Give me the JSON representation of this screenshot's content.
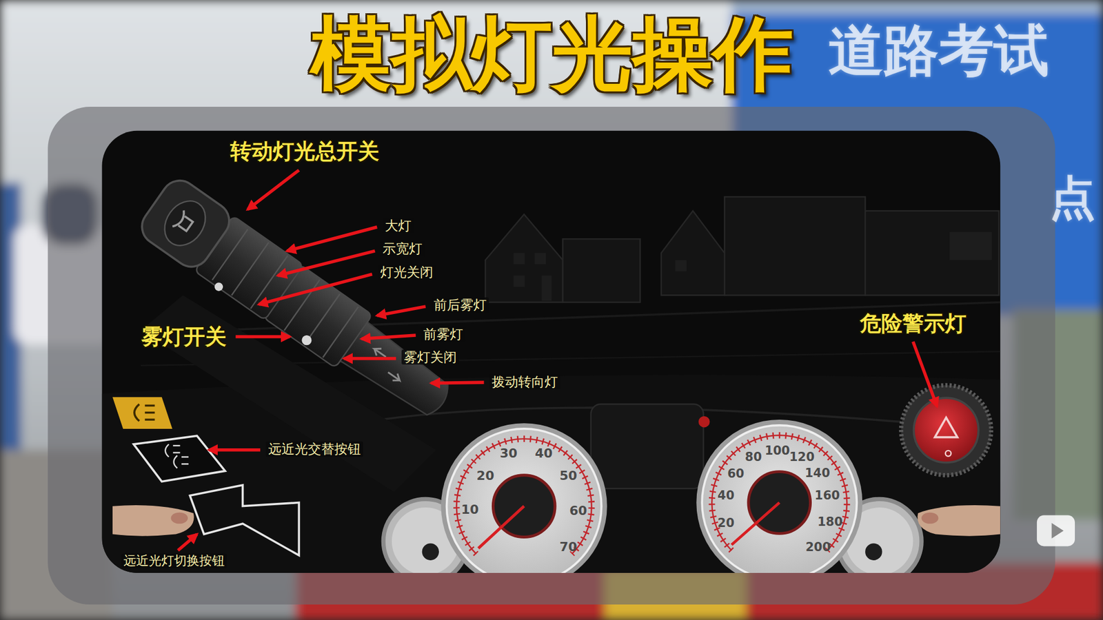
{
  "diagram": {
    "title": "模拟灯光操作",
    "labels": [
      "转动灯光总开关",
      "大灯",
      "示宽灯",
      "灯光关闭",
      "前后雾灯",
      "雾灯开关",
      "前雾灯",
      "雾灯关闭",
      "拨动转向灯",
      "远近光交替按钮",
      "危险警示灯",
      "远近光灯切换按钮",
      "道路考试",
      "点",
      "10",
      "20",
      "30",
      "40",
      "50",
      "60",
      "70",
      "20",
      "40",
      "60",
      "80",
      "100",
      "120",
      "140",
      "160",
      "180",
      "200"
    ]
  }
}
